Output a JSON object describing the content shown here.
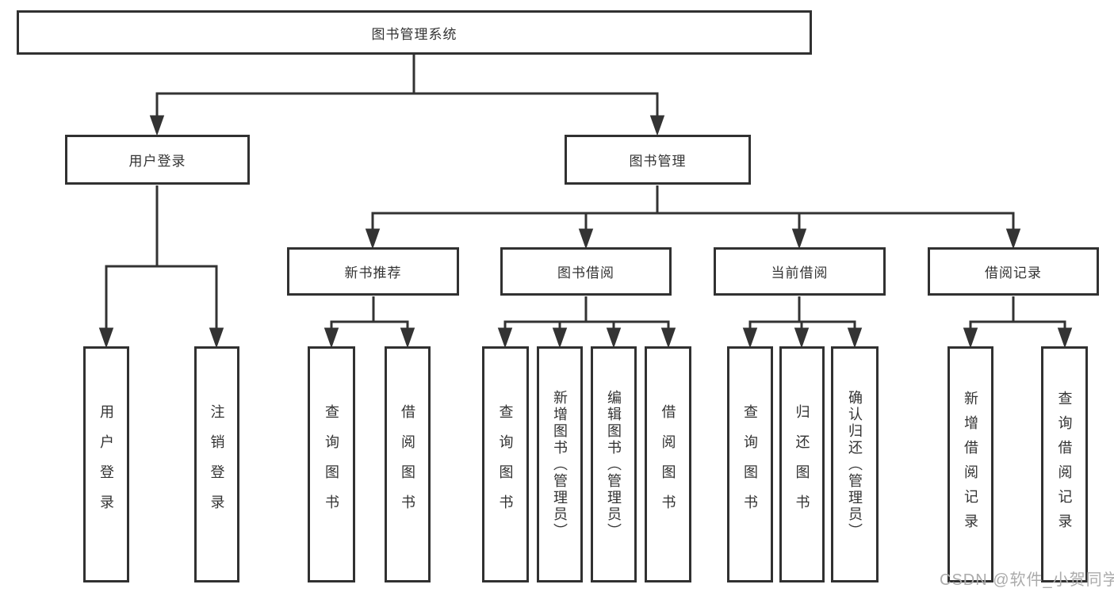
{
  "diagram": {
    "root": {
      "label": "图书管理系统",
      "children": [
        {
          "label": "用户登录",
          "children": [
            {
              "label": "用户登录"
            },
            {
              "label": "注销登录"
            }
          ]
        },
        {
          "label": "图书管理",
          "children": [
            {
              "label": "新书推荐",
              "children": [
                {
                  "label": "查询图书"
                },
                {
                  "label": "借阅图书"
                }
              ]
            },
            {
              "label": "图书借阅",
              "children": [
                {
                  "label": "查询图书"
                },
                {
                  "label": "新增图书（管理员）"
                },
                {
                  "label": "编辑图书（管理员）"
                },
                {
                  "label": "借阅图书"
                }
              ]
            },
            {
              "label": "当前借阅",
              "children": [
                {
                  "label": "查询图书"
                },
                {
                  "label": "归还图书"
                },
                {
                  "label": "确认归还（管理员）"
                }
              ]
            },
            {
              "label": "借阅记录",
              "children": [
                {
                  "label": "新增借阅记录"
                },
                {
                  "label": "查询借阅记录"
                }
              ]
            }
          ]
        }
      ]
    }
  },
  "watermark": {
    "text": "CSDN @软件_小贺同学"
  },
  "colors": {
    "line": "#333333",
    "border": "#313131",
    "text": "#333333",
    "watermark": "#ababab",
    "background": "#ffffff"
  }
}
